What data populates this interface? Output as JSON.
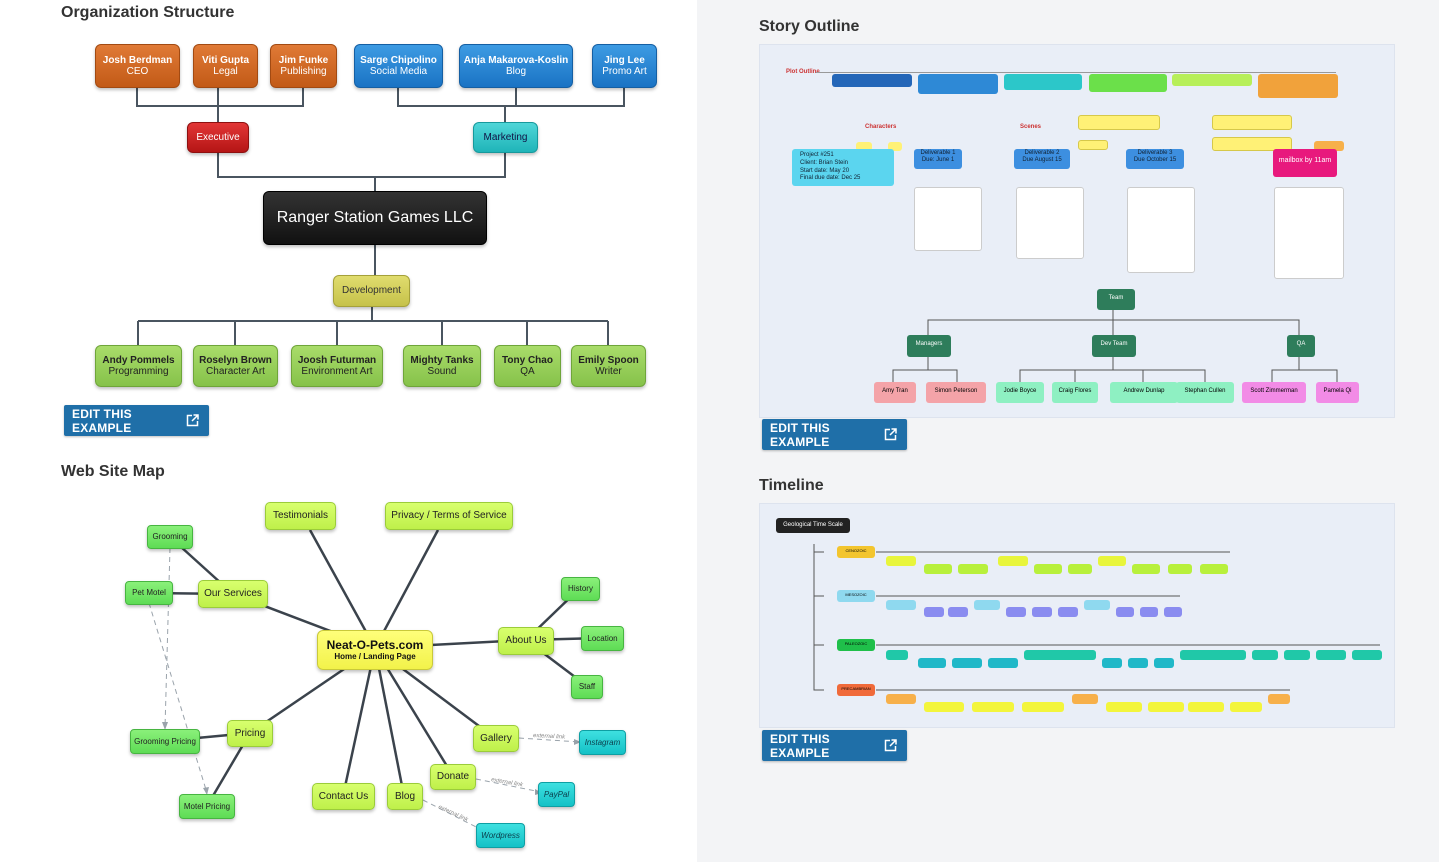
{
  "sections": {
    "org_title": "Organization Structure",
    "web_title": "Web Site Map",
    "story_title": "Story Outline",
    "timeline_title": "Timeline"
  },
  "edit_label": "EDIT THIS EXAMPLE",
  "org": {
    "top_left": [
      {
        "name": "Josh Berdman",
        "role": "CEO"
      },
      {
        "name": "Viti Gupta",
        "role": "Legal"
      },
      {
        "name": "Jim Funke",
        "role": "Publishing"
      }
    ],
    "top_right": [
      {
        "name": "Sarge Chipolino",
        "role": "Social Media"
      },
      {
        "name": "Anja Makarova-Koslin",
        "role": "Blog"
      },
      {
        "name": "Jing Lee",
        "role": "Promo Art"
      }
    ],
    "executive": "Executive",
    "marketing": "Marketing",
    "company": "Ranger Station Games LLC",
    "development": "Development",
    "bottom": [
      {
        "name": "Andy Pommels",
        "role": "Programming"
      },
      {
        "name": "Roselyn Brown",
        "role": "Character Art"
      },
      {
        "name": "Joosh Futurman",
        "role": "Environment Art"
      },
      {
        "name": "Mighty Tanks",
        "role": "Sound"
      },
      {
        "name": "Tony Chao",
        "role": "QA"
      },
      {
        "name": "Emily Spoon",
        "role": "Writer"
      }
    ]
  },
  "sitemap": {
    "center_title": "Neat-O-Pets.com",
    "center_sub": "Home / Landing Page",
    "testimonials": "Testimonials",
    "privacy": "Privacy / Terms of Service",
    "grooming": "Grooming",
    "pet_motel": "Pet Motel",
    "our_services": "Our Services",
    "history": "History",
    "about_us": "About Us",
    "location": "Location",
    "staff": "Staff",
    "grooming_pricing": "Grooming Pricing",
    "pricing": "Pricing",
    "motel_pricing": "Motel Pricing",
    "gallery": "Gallery",
    "instagram": "Instagram",
    "donate": "Donate",
    "paypal": "PayPal",
    "contact_us": "Contact Us",
    "blog": "Blog",
    "wordpress": "Wordpress",
    "external_link": "external link"
  },
  "story": {
    "plot_outline": "Plot Outline",
    "characters": "Characters",
    "scenes": "Scenes",
    "project": [
      "Project #251",
      "Client: Brian Stein",
      "Start date: May 20",
      "Final due date: Dec 25"
    ],
    "deliverables": [
      {
        "title": "Deliverable 1",
        "due": "Due: June 1"
      },
      {
        "title": "Deliverable 2",
        "due": "Due August 15"
      },
      {
        "title": "Deliverable 3",
        "due": "Due October 15"
      }
    ],
    "mailbox": "mailbox by 11am",
    "team": "Team",
    "managers": "Managers",
    "dev_team": "Dev Team",
    "qa": "QA",
    "people": [
      "Amy Tran",
      "Simon Peterson",
      "Jodie Boyce",
      "Craig Flores",
      "Andrew Dunlap",
      "Stephan Cullen",
      "Scott Zimmerman",
      "Pamela Qi"
    ]
  },
  "timeline": {
    "title": "Geological Time Scale",
    "eras": [
      "CENOZOIC",
      "MESOZOIC",
      "PALEOZOIC",
      "PRECAMBRIAN"
    ]
  },
  "colors": {
    "button": "#1f6fa8",
    "panel_right": "#f3f4f6"
  }
}
